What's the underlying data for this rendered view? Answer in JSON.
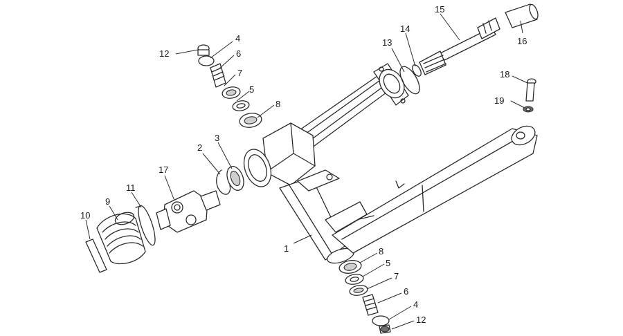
{
  "callouts": [
    {
      "id": "c1",
      "label": "1"
    },
    {
      "id": "c2",
      "label": "2"
    },
    {
      "id": "c3",
      "label": "3"
    },
    {
      "id": "c4a",
      "label": "4"
    },
    {
      "id": "c4b",
      "label": "4"
    },
    {
      "id": "c5a",
      "label": "5"
    },
    {
      "id": "c5b",
      "label": "5"
    },
    {
      "id": "c6a",
      "label": "6"
    },
    {
      "id": "c6b",
      "label": "6"
    },
    {
      "id": "c7a",
      "label": "7"
    },
    {
      "id": "c7b",
      "label": "7"
    },
    {
      "id": "c8a",
      "label": "8"
    },
    {
      "id": "c8b",
      "label": "8"
    },
    {
      "id": "c9",
      "label": "9"
    },
    {
      "id": "c10",
      "label": "10"
    },
    {
      "id": "c11",
      "label": "11"
    },
    {
      "id": "c12a",
      "label": "12"
    },
    {
      "id": "c12b",
      "label": "12"
    },
    {
      "id": "c13",
      "label": "13"
    },
    {
      "id": "c14",
      "label": "14"
    },
    {
      "id": "c15",
      "label": "15"
    },
    {
      "id": "c16",
      "label": "16"
    },
    {
      "id": "c17",
      "label": "17"
    },
    {
      "id": "c18",
      "label": "18"
    },
    {
      "id": "c19",
      "label": "19"
    }
  ]
}
